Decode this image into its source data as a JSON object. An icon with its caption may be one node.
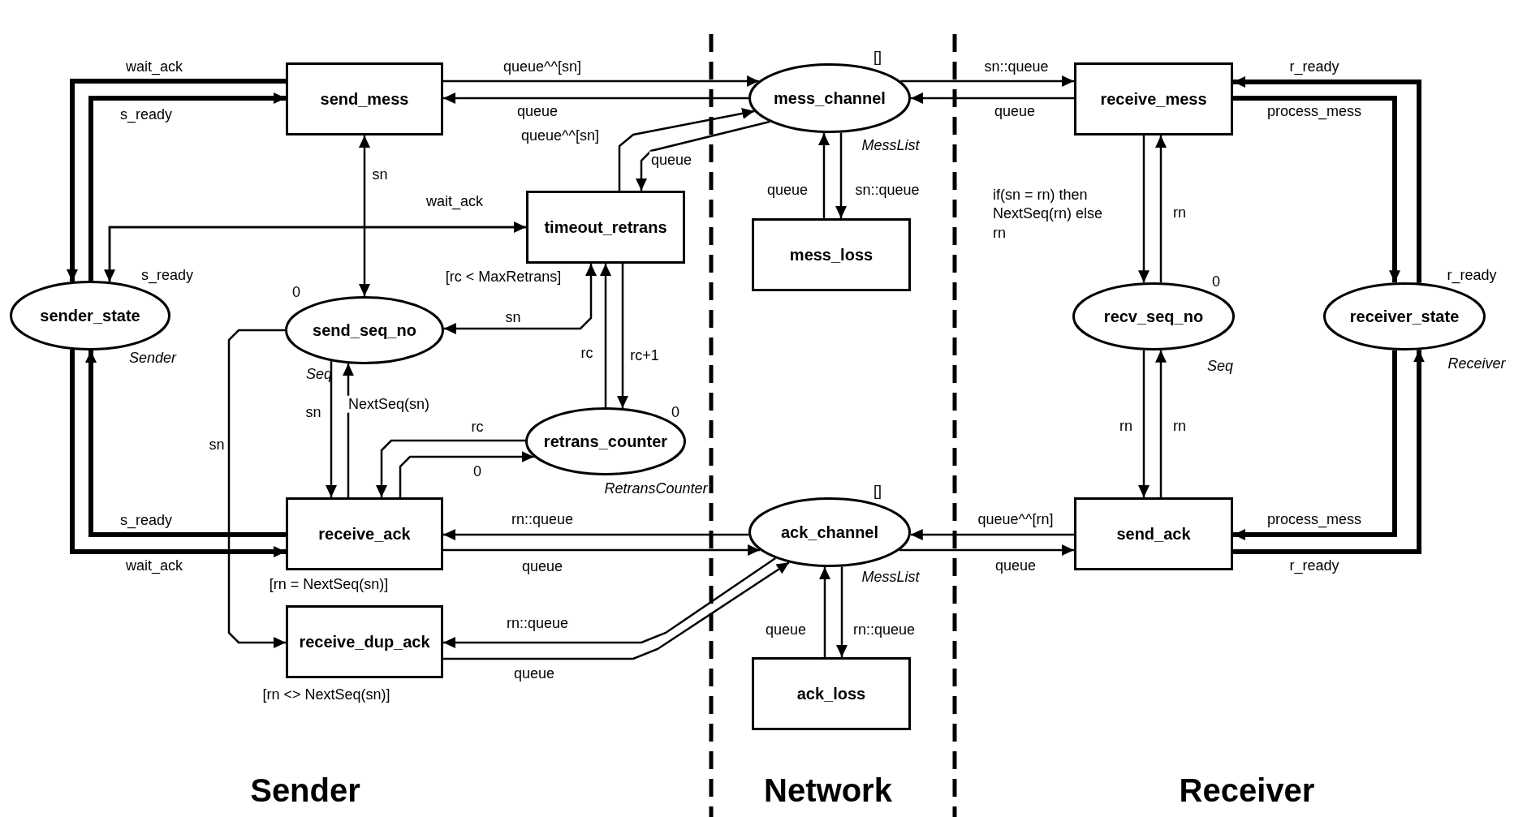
{
  "diagram": {
    "nodes": [
      {
        "text": [
          "send_mess"
        ]
      },
      {
        "text": [
          "mess_channel"
        ],
        "beside": [
          "[]",
          "MessList"
        ]
      },
      {
        "text": [
          "receive_mess"
        ]
      },
      {
        "text": [
          "timeout_retrans"
        ],
        "beside": [
          "[rc < MaxRetrans]"
        ]
      },
      {
        "text": [
          "mess_loss"
        ]
      },
      {
        "text": [
          "sender_state"
        ],
        "beside": [
          "Sender"
        ]
      },
      {
        "text": [
          "send_seq_no"
        ],
        "beside": [
          "0",
          "Seq"
        ]
      },
      {
        "text": [
          "recv_seq_no"
        ],
        "beside": [
          "0",
          "Seq"
        ]
      },
      {
        "text": [
          "receiver_state"
        ],
        "beside": [
          "Receiver"
        ]
      },
      {
        "text": [
          "retrans_counter"
        ],
        "beside": [
          "0",
          "RetransCounter"
        ]
      },
      {
        "text": [
          "receive_ack"
        ],
        "beside": [
          "[rn = NextSeq(sn)]"
        ]
      },
      {
        "text": [
          "ack_channel"
        ],
        "beside": [
          "[]",
          "MessList"
        ]
      },
      {
        "text": [
          "send_ack"
        ]
      },
      {
        "text": [
          "receive_dup_ack"
        ],
        "beside": [
          "[rn <> NextSeq(sn)]"
        ]
      },
      {
        "text": [
          "ack_loss"
        ]
      }
    ],
    "edges": [
      {
        "from": 0,
        "to": 5,
        "arrow": "to",
        "label": "wait_ack",
        "style": "thick"
      },
      {
        "from": 5,
        "to": 0,
        "arrow": "to",
        "label": "s_ready",
        "style": "thick"
      },
      {
        "from": 0,
        "to": 1,
        "arrow": "to",
        "label": "queue^^[sn]"
      },
      {
        "from": 1,
        "to": 0,
        "arrow": "to",
        "label": "queue"
      },
      {
        "from": 0,
        "to": 6,
        "arrow": "both",
        "label": "sn"
      },
      {
        "from": 5,
        "to": 3,
        "arrow": "to",
        "label": "wait_ack"
      },
      {
        "from": 3,
        "to": 5,
        "arrow": "to",
        "label": "s_ready"
      },
      {
        "from": 3,
        "to": 1,
        "arrow": "to",
        "label": "queue^^[sn]"
      },
      {
        "from": 1,
        "to": 3,
        "arrow": "to",
        "label": "queue"
      },
      {
        "from": 6,
        "to": 3,
        "arrow": "both",
        "label": "sn"
      },
      {
        "from": 9,
        "to": 3,
        "arrow": "to",
        "label": "rc"
      },
      {
        "from": 3,
        "to": 9,
        "arrow": "to",
        "label": "rc+1"
      },
      {
        "from": 6,
        "to": 10,
        "arrow": "to",
        "label": "sn"
      },
      {
        "from": 10,
        "to": 6,
        "arrow": "to",
        "label": "NextSeq(sn)"
      },
      {
        "from": 9,
        "to": 10,
        "arrow": "to",
        "label": "rc"
      },
      {
        "from": 10,
        "to": 9,
        "arrow": "to",
        "label": "0"
      },
      {
        "from": 6,
        "to": 13,
        "arrow": "to",
        "label": "sn"
      },
      {
        "from": 10,
        "to": 5,
        "arrow": "to",
        "label": "s_ready",
        "style": "thick"
      },
      {
        "from": 5,
        "to": 10,
        "arrow": "to",
        "label": "wait_ack",
        "style": "thick"
      },
      {
        "from": 11,
        "to": 10,
        "arrow": "to",
        "label": "rn::queue"
      },
      {
        "from": 10,
        "to": 11,
        "arrow": "to",
        "label": "queue"
      },
      {
        "from": 11,
        "to": 13,
        "arrow": "to",
        "label": "rn::queue"
      },
      {
        "from": 13,
        "to": 11,
        "arrow": "to",
        "label": "queue"
      },
      {
        "from": 11,
        "to": 14,
        "arrow": "to",
        "label": "rn::queue"
      },
      {
        "from": 14,
        "to": 11,
        "arrow": "to",
        "label": "queue"
      },
      {
        "from": 1,
        "to": 4,
        "arrow": "to",
        "label": "sn::queue"
      },
      {
        "from": 4,
        "to": 1,
        "arrow": "to",
        "label": "queue"
      },
      {
        "from": 1,
        "to": 2,
        "arrow": "to",
        "label": "sn::queue"
      },
      {
        "from": 2,
        "to": 1,
        "arrow": "to",
        "label": "queue"
      },
      {
        "from": 2,
        "to": 7,
        "arrow": "to",
        "label": "if(sn = rn) then NextSeq(rn) else rn"
      },
      {
        "from": 7,
        "to": 2,
        "arrow": "to",
        "label": "rn"
      },
      {
        "from": 7,
        "to": 12,
        "arrow": "to",
        "label": "rn"
      },
      {
        "from": 12,
        "to": 7,
        "arrow": "to",
        "label": "rn"
      },
      {
        "from": 12,
        "to": 11,
        "arrow": "to",
        "label": "queue^^[rn]"
      },
      {
        "from": 11,
        "to": 12,
        "arrow": "to",
        "label": "queue"
      },
      {
        "from": 8,
        "to": 2,
        "arrow": "to",
        "label": "r_ready",
        "style": "thick"
      },
      {
        "from": 2,
        "to": 8,
        "arrow": "to",
        "label": "process_mess",
        "style": "thick"
      },
      {
        "from": 8,
        "to": 12,
        "arrow": "to",
        "label": "process_mess",
        "style": "thick"
      },
      {
        "from": 12,
        "to": 8,
        "arrow": "to",
        "label": "r_ready",
        "style": "thick"
      }
    ],
    "labels": [
      "r_ready",
      "Sender",
      "Network",
      "Receiver"
    ]
  }
}
